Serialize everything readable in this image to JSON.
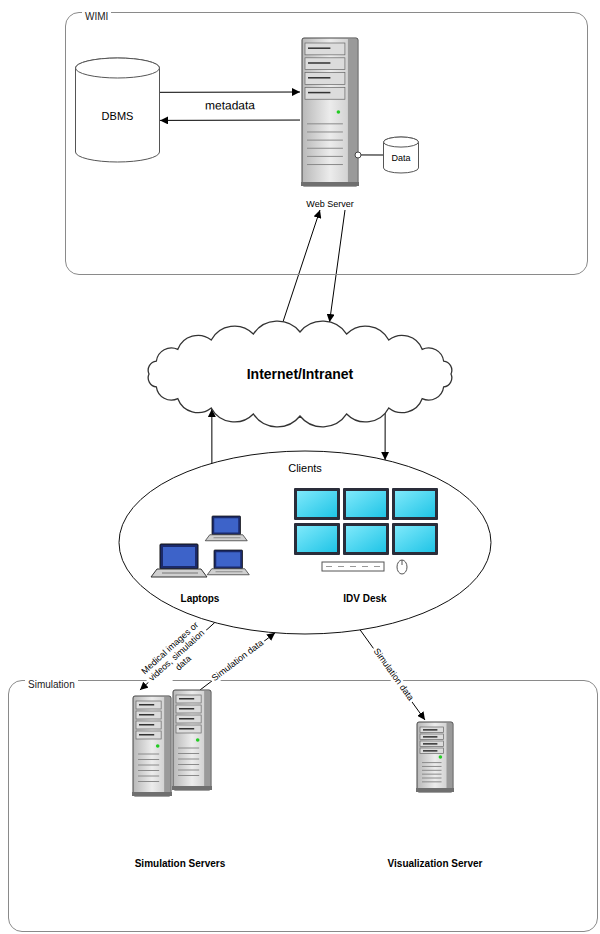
{
  "diagram": {
    "nodes": [
      {
        "text": [
          "WIMI"
        ]
      },
      {
        "text": [
          "DBMS"
        ],
        "in": 0
      },
      {
        "text": [
          "Web Server"
        ],
        "in": 0
      },
      {
        "text": [
          "Data"
        ],
        "in": 0
      },
      {
        "text": [
          "Internet/Intranet"
        ]
      },
      {
        "text": [
          "Clients"
        ]
      },
      {
        "text": [
          "Laptops"
        ],
        "in": 5
      },
      {
        "text": [
          "IDV Desk"
        ],
        "in": 5
      },
      {
        "text": [
          "Simulation"
        ]
      },
      {
        "text": [
          "Simulation Servers"
        ],
        "in": 8
      },
      {
        "text": [
          "Visualization Server"
        ],
        "in": 8
      }
    ],
    "edges": [
      {
        "from": 1,
        "to": 2,
        "label": "metadata",
        "arrow": "to"
      },
      {
        "from": 2,
        "to": 1,
        "arrow": "to"
      },
      {
        "from": 2,
        "to": 3,
        "arrow": "none"
      },
      {
        "from": 4,
        "to": 2,
        "arrow": "to"
      },
      {
        "from": 2,
        "to": 4,
        "arrow": "to"
      },
      {
        "from": 5,
        "to": 4,
        "arrow": "to"
      },
      {
        "from": 4,
        "to": 5,
        "arrow": "to"
      },
      {
        "from": 5,
        "to": 9,
        "label": "Medical images or videos, simulation data",
        "arrow": "to"
      },
      {
        "from": 9,
        "to": 5,
        "label": "Simulation data",
        "arrow": "to"
      },
      {
        "from": 5,
        "to": 10,
        "label": "Simulation data",
        "arrow": "to"
      }
    ]
  }
}
